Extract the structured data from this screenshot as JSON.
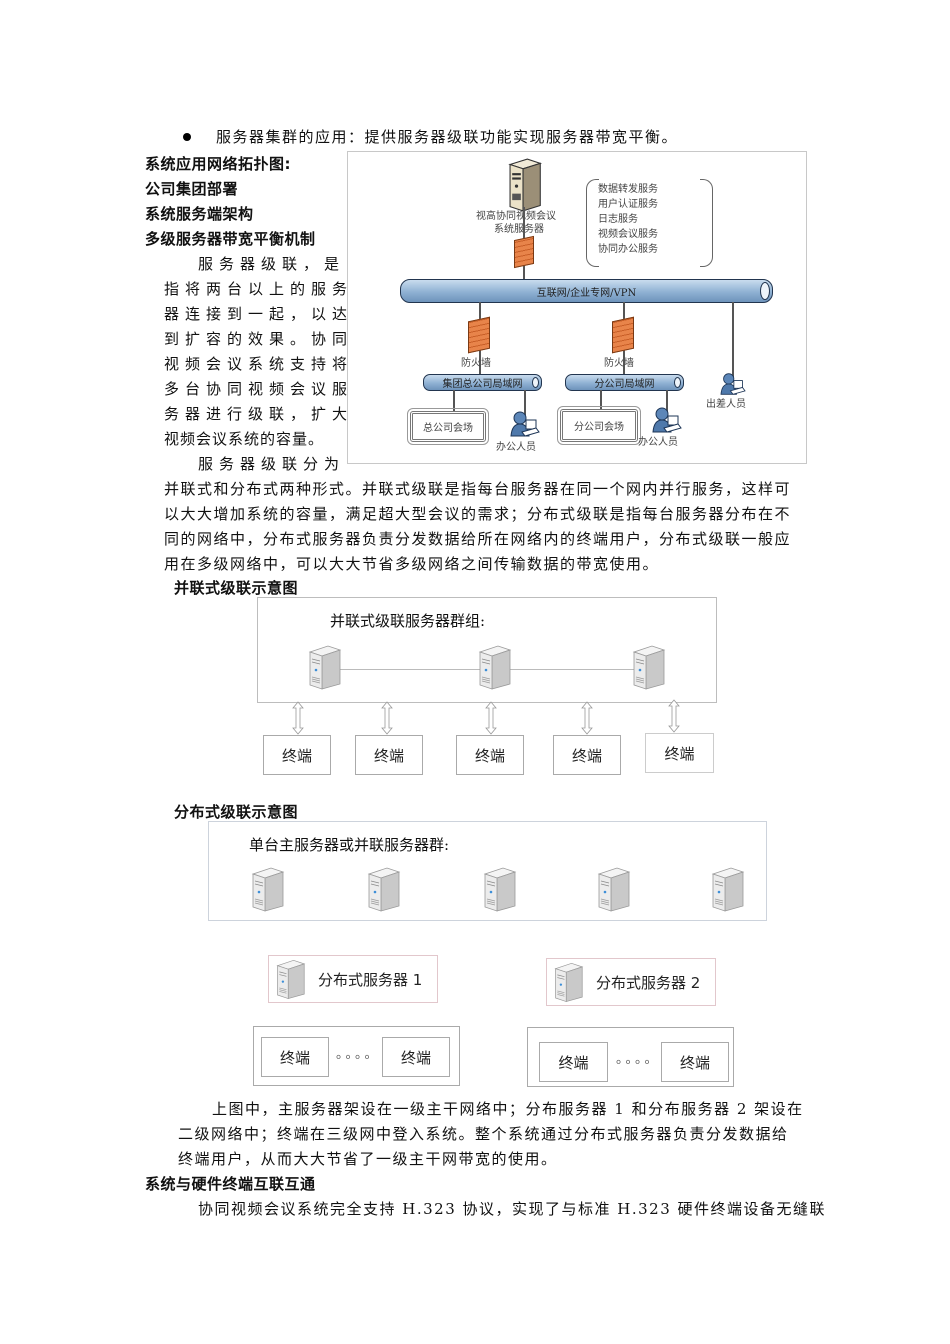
{
  "bullet_item": "服务器集群的应用：提供服务器级联功能实现服务器带宽平衡。",
  "headings": {
    "topology": "系统应用网络拓扑图:",
    "group_deploy": "公司集团部署",
    "server_arch": "系统服务端架构",
    "bandwidth": "多级服务器带宽平衡机制",
    "parallel_diagram": "并联式级联示意图",
    "distributed_diagram": "分布式级联示意图",
    "interop": "系统与硬件终端互联互通"
  },
  "paragraph_cascade_narrow": [
    "服务器级联，是",
    "指将两台以上的服务",
    "器连接到一起，以达",
    "到扩容的效果。协同",
    "视频会议系统支持将",
    "多台协同视频会议服",
    "务器进行级联，扩大",
    "视频会议系统的容量。",
    "服务器级联分为"
  ],
  "paragraph_cascade_full": [
    "并联式和分布式两种形式。并联式级联是指每台服务器在同一个网内并行服务，这样可",
    "以大大增加系统的容量，满足超大型会议的需求；分布式级联是指每台服务器分布在不",
    "同的网络中，分布式服务器负责分发数据给所在网络内的终端用户，分布式级联一般应",
    "用在多级网络中，可以大大节省多级网络之间传输数据的带宽使用。"
  ],
  "topology": {
    "server_label_1": "视高协同视频会议",
    "server_label_2": "系统服务器",
    "services": [
      "数据转发服务",
      "用户认证服务",
      "日志服务",
      "视频会议服务",
      "协同办公服务"
    ],
    "backbone": "互联网/企业专网/VPN",
    "firewall_left": "防火墙",
    "firewall_right": "防火墙",
    "lan_hq": "集团总公司局域网",
    "lan_branch": "分公司局域网",
    "venue_hq": "总公司会场",
    "venue_branch": "分公司会场",
    "office_staff_1": "办公人员",
    "office_staff_2": "办公人员",
    "traveling_staff": "出差人员"
  },
  "parallel": {
    "group_label": "并联式级联服务器群组:",
    "terminals": [
      "终端",
      "终端",
      "终端",
      "终端",
      "终端"
    ]
  },
  "distributed": {
    "group_label": "单台主服务器或并联服务器群:",
    "server1": "分布式服务器 1",
    "server2": "分布式服务器 2",
    "terminal": "终端",
    "dots": "。。。。"
  },
  "paragraph_summary": [
    "上图中，主服务器架设在一级主干网络中；分布服务器 1 和分布服务器 2 架设在",
    "二级网络中；终端在三级网中登入系统。整个系统通过分布式服务器负责分发数据给",
    "终端用户，从而大大节省了一级主干网带宽的使用。"
  ],
  "paragraph_interop": "协同视频会议系统完全支持 H.323 协议，实现了与标准 H.323 硬件终端设备无缝联"
}
